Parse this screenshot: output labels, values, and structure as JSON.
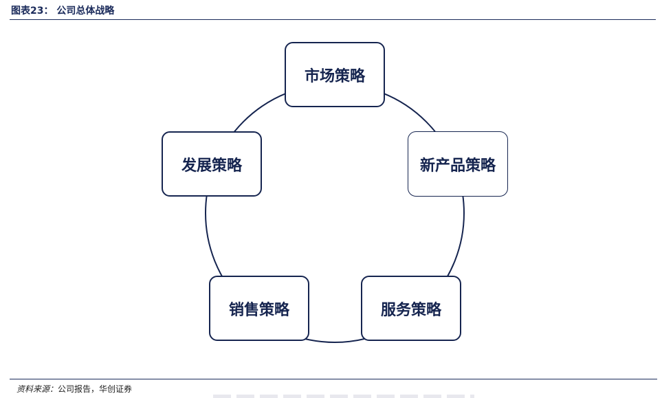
{
  "header": {
    "title": "图表23：  公司总体战略"
  },
  "diagram": {
    "nodes": [
      {
        "label": "市场策略"
      },
      {
        "label": "新产品策略"
      },
      {
        "label": "服务策略"
      },
      {
        "label": "销售策略"
      },
      {
        "label": "发展策略"
      }
    ]
  },
  "footer": {
    "source_label": "资料来源：",
    "source_text": "公司报告，华创证券"
  },
  "colors": {
    "primary": "#15244f",
    "rule": "#1a2a5a"
  }
}
